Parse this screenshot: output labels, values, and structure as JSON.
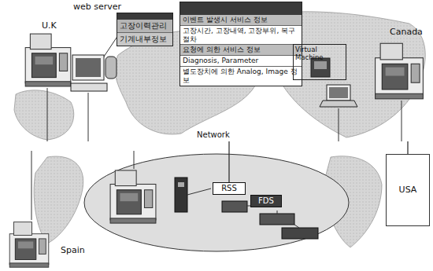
{
  "diagram": {
    "nodes": [
      {
        "text": [
          "고장이력관리",
          "기계내부정보"
        ]
      },
      {
        "text": [
          "이벤트 발생시 서비스 정보",
          "고장시간, 고장내역, 고장부위, 복구절차",
          "요청에 의한 서비스 정보",
          "Diagnosis, Parameter",
          "별도장치에 의한 Analog, Image 정보"
        ]
      },
      {
        "text": [
          "Virtual Machine"
        ]
      },
      {
        "text": [
          "Network"
        ]
      },
      {
        "text": [
          "USA"
        ]
      },
      {
        "text": [
          "RSS"
        ]
      },
      {
        "text": [
          "FDS"
        ]
      }
    ],
    "edges": [
      {
        "from": 3,
        "to": 4,
        "arrow": "none"
      },
      {
        "from": 3,
        "to": 5,
        "arrow": "none"
      }
    ],
    "labels": [
      "web server",
      "U.K",
      "Canada",
      "Spain"
    ]
  }
}
